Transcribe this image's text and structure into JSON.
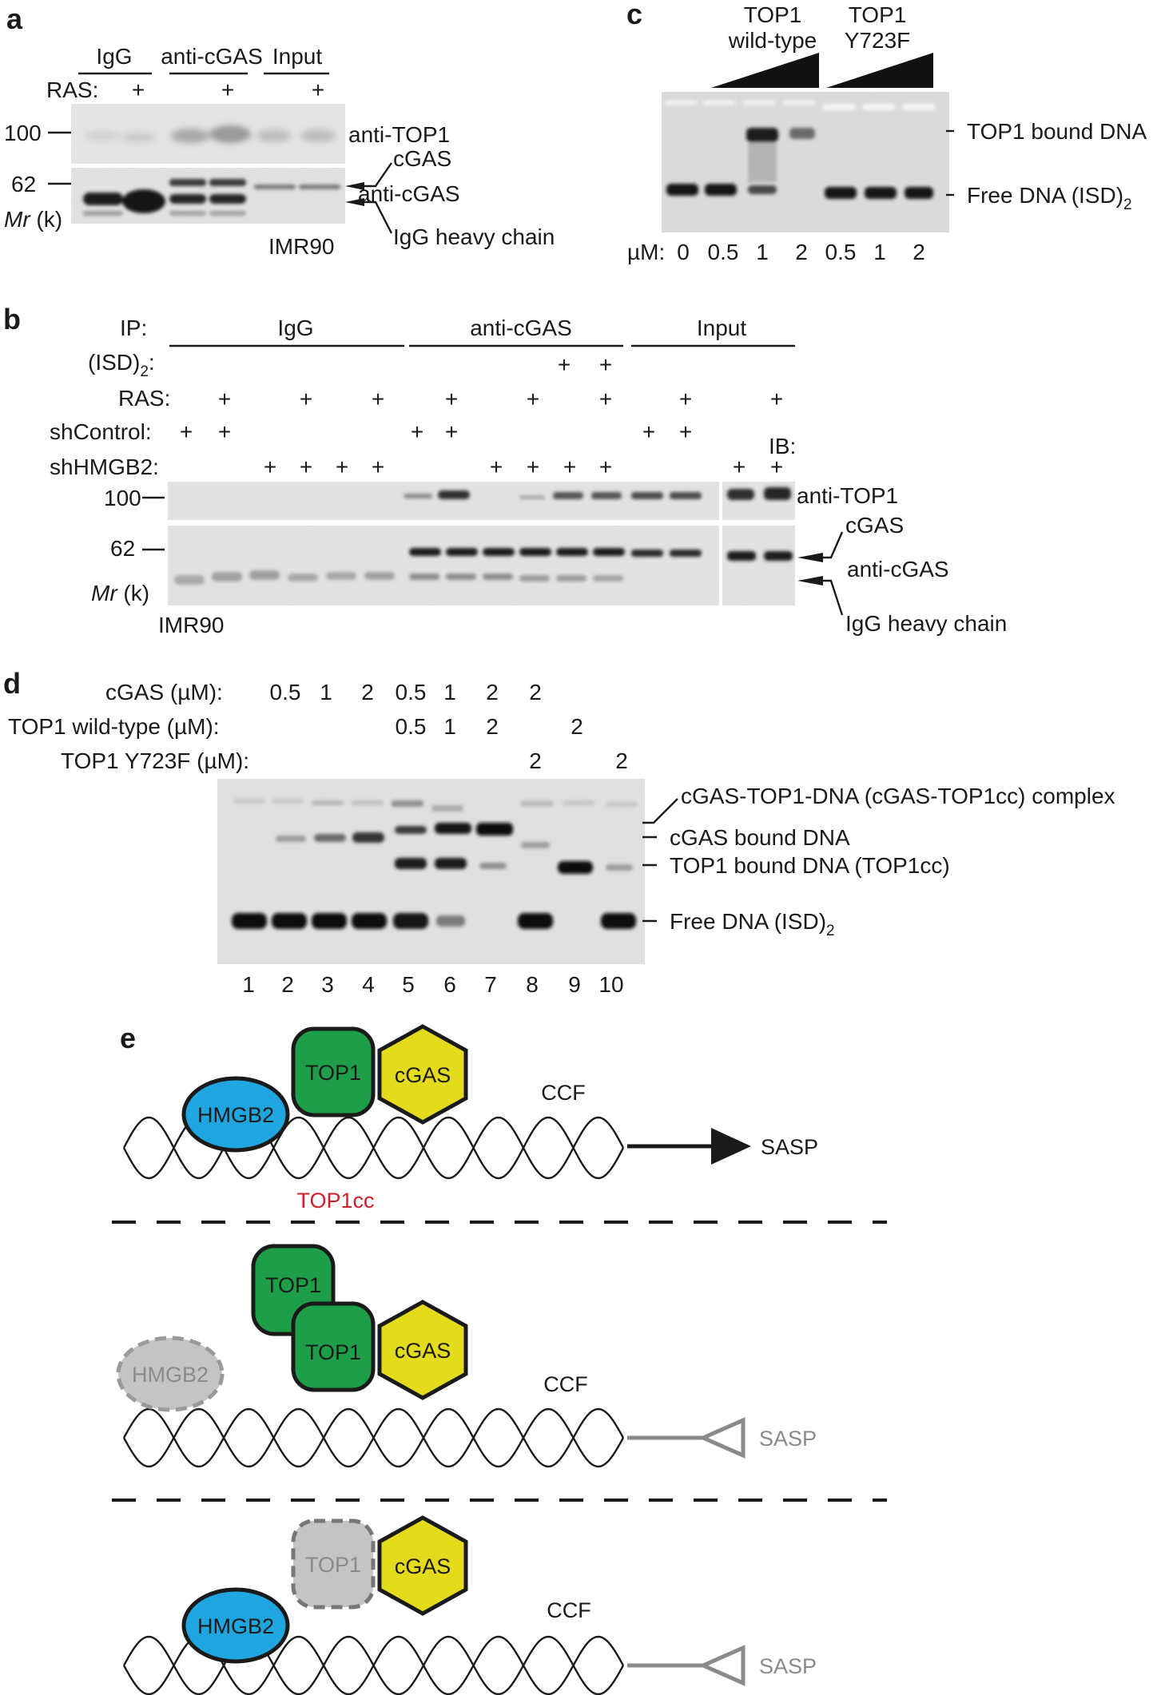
{
  "panel_a": {
    "label": "a",
    "groups": [
      "IgG",
      "anti-cGAS",
      "Input"
    ],
    "ras_label": "RAS:",
    "plus": "+",
    "mw_100": "100",
    "mw_62": "62",
    "mr": "Mr",
    "mr_unit": " (k)",
    "band_top1": "anti-TOP1",
    "band_cgas": "cGAS",
    "band_anticgas": "anti-cGAS",
    "band_igg": "IgG heavy chain",
    "cell_line": "IMR90"
  },
  "panel_b": {
    "label": "b",
    "ip_label": "IP:",
    "groups": [
      "IgG",
      "anti-cGAS",
      "Input"
    ],
    "isd_label": "(ISD)",
    "isd_sub": "2",
    "isd_colon": ":",
    "ras_label": "RAS:",
    "shcontrol_label": "shControl:",
    "shhmgb2_label": "shHMGB2:",
    "ib_label": "IB:",
    "plus": "+",
    "mw_100": "100",
    "mw_62": "62",
    "mr": "Mr",
    "mr_unit": " (k)",
    "band_top1": "anti-TOP1",
    "band_cgas": "cGAS",
    "band_anticgas": "anti-cGAS",
    "band_igg": "IgG heavy chain",
    "cell_line": "IMR90"
  },
  "panel_c": {
    "label": "c",
    "wt_line1": "TOP1",
    "wt_line2": "wild-type",
    "mut_line1": "TOP1",
    "mut_line2": "Y723F",
    "band_bound": "TOP1 bound DNA",
    "band_free": "Free DNA (ISD)",
    "band_free_sub": "2",
    "um_label": "µM:",
    "concentrations": [
      "0",
      "0.5",
      "1",
      "2",
      "0.5",
      "1",
      "2"
    ]
  },
  "panel_d": {
    "label": "d",
    "row_cgas": "cGAS (µM):",
    "row_wt": "TOP1 wild-type (µM):",
    "row_mut": "TOP1 Y723F (µM):",
    "cgas_values": [
      "0.5",
      "1",
      "2",
      "0.5",
      "1",
      "2",
      "2"
    ],
    "wt_values": [
      "0.5",
      "1",
      "2",
      "2"
    ],
    "mut_values": [
      "2",
      "2"
    ],
    "band_complex": "cGAS-TOP1-DNA (cGAS-TOP1cc) complex",
    "band_cgas": "cGAS bound DNA",
    "band_top1": "TOP1 bound DNA (TOP1cc)",
    "band_free": "Free DNA (ISD)",
    "band_free_sub": "2",
    "lanes": [
      "1",
      "2",
      "3",
      "4",
      "5",
      "6",
      "7",
      "8",
      "9",
      "10"
    ]
  },
  "panel_e": {
    "label": "e",
    "hmgb2": "HMGB2",
    "top1": "TOP1",
    "cgas": "cGAS",
    "ccf": "CCF",
    "sasp": "SASP",
    "top1cc": "TOP1cc",
    "colors": {
      "hmgb2": "#1fa6e0",
      "top1": "#1f9e4a",
      "cgas": "#e4db1c",
      "inactive": "#c4c4c4",
      "top1cc_text": "#d0202a"
    }
  }
}
